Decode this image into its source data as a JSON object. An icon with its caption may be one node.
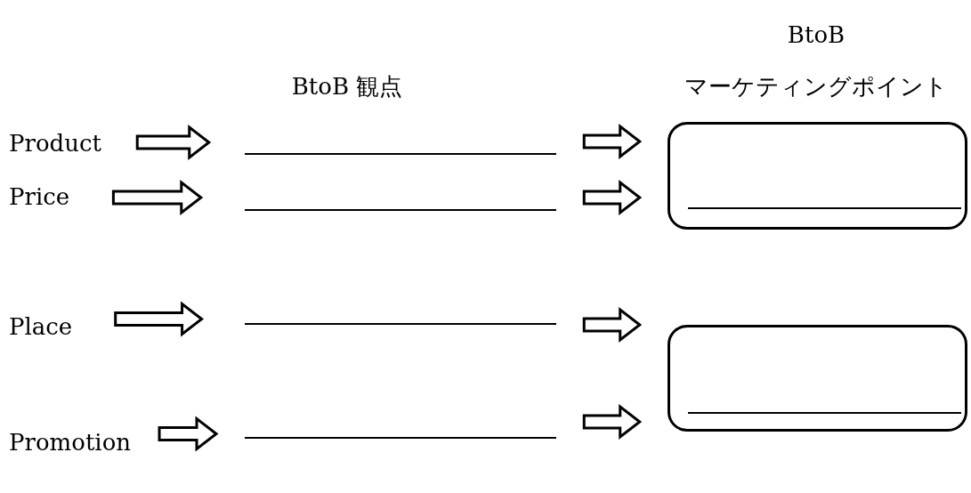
{
  "diagram": {
    "nodes": [
      {
        "text": [
          "Product"
        ]
      },
      {
        "text": [
          "Price"
        ]
      },
      {
        "text": [
          "Place"
        ]
      },
      {
        "text": [
          "Promotion"
        ]
      },
      {
        "text": [],
        "shape": "line"
      },
      {
        "text": [],
        "shape": "line"
      },
      {
        "text": [],
        "shape": "line"
      },
      {
        "text": [],
        "shape": "line"
      },
      {
        "text": [],
        "shape": "box"
      },
      {
        "text": [],
        "shape": "line",
        "in": 8
      },
      {
        "text": [],
        "shape": "box"
      },
      {
        "text": [],
        "shape": "line",
        "in": 10
      }
    ],
    "edges": [
      {
        "from": 0,
        "to": 4,
        "arrow": "to"
      },
      {
        "from": 1,
        "to": 5,
        "arrow": "to"
      },
      {
        "from": 2,
        "to": 6,
        "arrow": "to"
      },
      {
        "from": 3,
        "to": 7,
        "arrow": "to"
      },
      {
        "from": 4,
        "to": 8,
        "arrow": "to"
      },
      {
        "from": 5,
        "to": 8,
        "arrow": "to"
      },
      {
        "from": 6,
        "to": 10,
        "arrow": "to"
      },
      {
        "from": 7,
        "to": 10,
        "arrow": "to"
      }
    ],
    "labels": [
      "BtoB",
      "BtoB 観点",
      "マーケティングポイント"
    ]
  }
}
